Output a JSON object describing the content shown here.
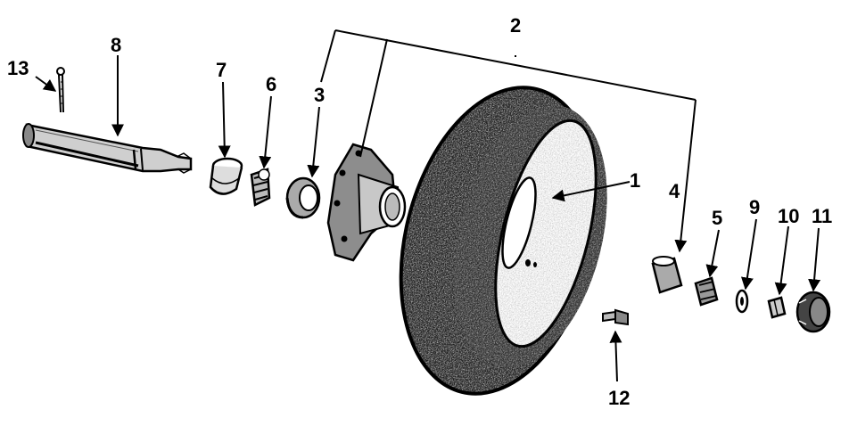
{
  "diagram": {
    "callouts": {
      "c1": "1",
      "c2": "2",
      "c3": "3",
      "c4": "4",
      "c5": "5",
      "c6": "6",
      "c7": "7",
      "c8": "8",
      "c9": "9",
      "c10": "10",
      "c11": "11",
      "c12": "12",
      "c13": "13"
    },
    "ink_color": "#000000",
    "paper_color": "#ffffff"
  }
}
